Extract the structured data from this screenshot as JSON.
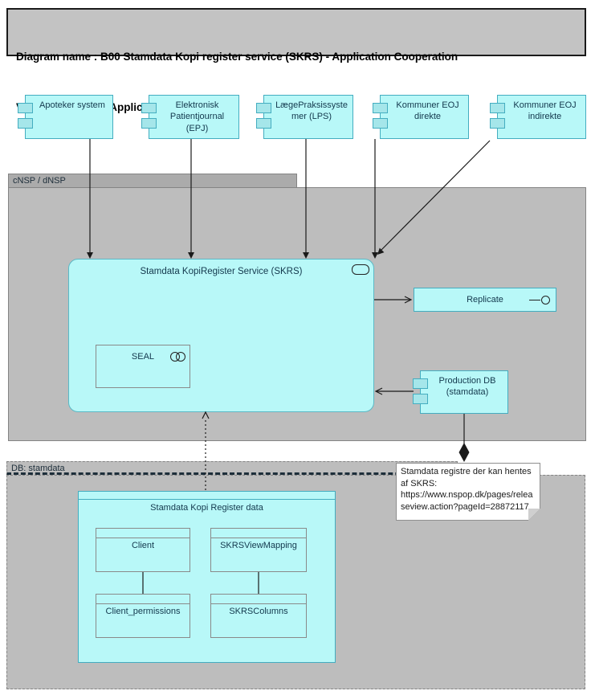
{
  "title_bar": {
    "line1": "Diagram name : B00 Stamdata Kopi register service (SKRS) - Application Cooperation",
    "line2": "Viewpoint            : Application Cooperation"
  },
  "components": [
    {
      "label": "Apoteker system"
    },
    {
      "label": "Elektronisk Patientjournal (EPJ)"
    },
    {
      "label": "LægePraksissystemer (LPS)"
    },
    {
      "label": "Kommuner EOJ direkte"
    },
    {
      "label": "Kommuner EOJ indirekte"
    }
  ],
  "containers": {
    "cnsp": {
      "label": "cNSP / dNSP"
    },
    "db": {
      "label": "DB: stamdata"
    }
  },
  "service": {
    "label": "Stamdata KopiRegister Service (SKRS)",
    "seal": {
      "label": "SEAL"
    }
  },
  "replicate": {
    "label": "Replicate"
  },
  "production_db": {
    "label": "Production DB (stamdata)"
  },
  "data_store": {
    "label": "Stamdata Kopi Register data",
    "tables": [
      {
        "label": "Client"
      },
      {
        "label": "SKRSViewMapping"
      },
      {
        "label": "Client_permissions"
      },
      {
        "label": "SKRSColumns"
      }
    ]
  },
  "note": {
    "text": "Stamdata registre der kan hentes af SKRS: https://www.nspop.dk/pages/releaseview.action?pageId=28872117"
  },
  "icons": {
    "service_icon": "rounded-rectangle (ArchiMate application service)",
    "collaboration_icon": "two overlapping circles",
    "interface_icon": "lollipop (line + circle)",
    "component_icon": "two port rectangles on left edge"
  },
  "colors": {
    "element_fill": "#b8f8f8",
    "element_border": "#44adc0",
    "port_fill": "#a5e6ea",
    "container_fill": "#bdbdbd",
    "container_tab_fill": "#ababab",
    "container_border": "#848484",
    "titlebar_fill": "#c3c3c3",
    "note_fill": "#ffffff",
    "connector": "#1a1a1a",
    "label_text": "#13384d"
  }
}
